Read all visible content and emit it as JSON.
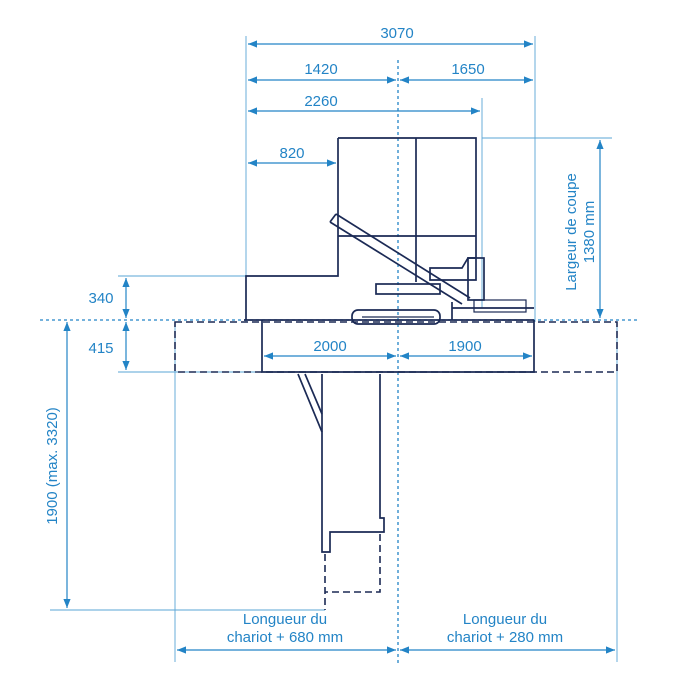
{
  "dimensions": {
    "overall_width": "3070",
    "left_width": "1420",
    "right_width": "1650",
    "partial_width": "2260",
    "base_width": "820",
    "table_left": "2000",
    "table_right": "1900",
    "height_upper": "340",
    "height_lower": "415",
    "carriage_height": "1900 (max. 3320)",
    "cut_width_line1": "Largeur de coupe",
    "cut_width_line2": "1380 mm"
  },
  "labels": {
    "left_length_line1": "Longueur du",
    "left_length_line2": "chariot + 680 mm",
    "right_length_line1": "Longueur du",
    "right_length_line2": "chariot + 280 mm"
  },
  "colors": {
    "dimension": "#2384c6",
    "machine": "#1b2a55"
  }
}
